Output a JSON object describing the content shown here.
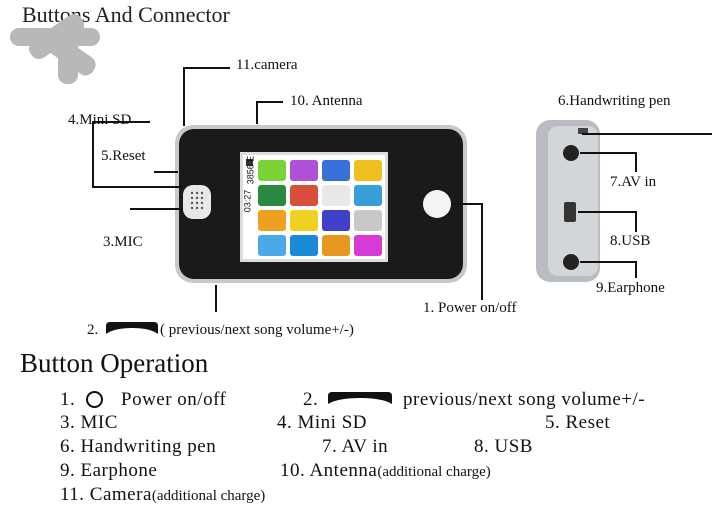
{
  "headings": {
    "buttons_connector": "Buttons And Connector",
    "button_operation": "Button Operation"
  },
  "callouts": {
    "camera": "11.camera",
    "antenna": "10. Antenna",
    "mini_sd": "4.Mini SD",
    "reset": "5.Reset",
    "mic": "3.MIC",
    "power": "1. Power on/off",
    "prev_next_num": "2.",
    "prev_next": "( previous/next song  volume+/-)",
    "handwriting_pen": "6.Handwriting pen",
    "av_in": "7.AV in",
    "usb": "8.USB",
    "earphone": "9.Earphone"
  },
  "screen": {
    "time": "03:27",
    "status": "3856 E"
  },
  "operations": {
    "item1_num": "1.",
    "item1_label": "Power on/off",
    "item2_num": "2.",
    "item2_label": "previous/next song   volume+/-",
    "item3": "3. MIC",
    "item4": "4. Mini SD",
    "item5": "5. Reset",
    "item6": "6. Handwriting pen",
    "item7": "7. AV in",
    "item8": "8. USB",
    "item9": "9. Earphone",
    "item10": "10. Antenna",
    "item10_note": "(additional charge)",
    "item11": "11. Camera",
    "item11_note": "(additional charge)"
  },
  "colors": {
    "device_body": "#1a1a1a",
    "device_frame": "#c9c9c9",
    "side_view": "#b9bcc0"
  },
  "app_icon_colors": [
    "#7ad33b",
    "#b04fd8",
    "#3a6fd8",
    "#f0c020",
    "#2b8a3e",
    "#d84f3a",
    "#e8e8e8",
    "#38a0d8",
    "#f0a020",
    "#f0d020",
    "#4040c8",
    "#c8c8c8",
    "#4da8e8",
    "#1a8ad8",
    "#e89820",
    "#d83ad8"
  ]
}
